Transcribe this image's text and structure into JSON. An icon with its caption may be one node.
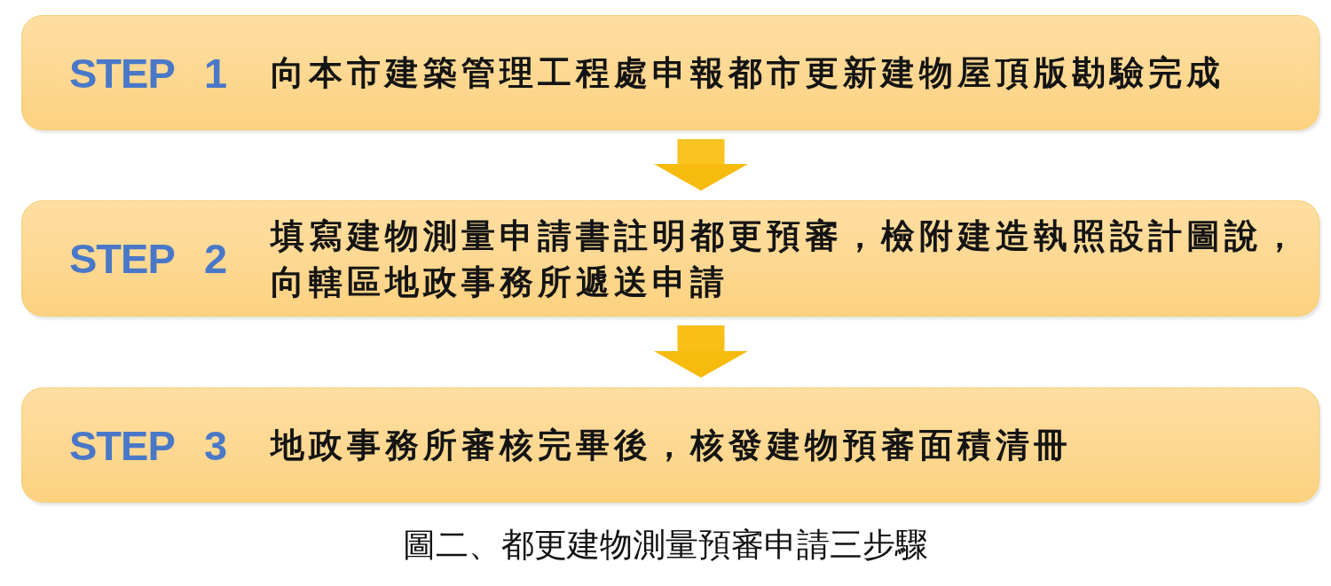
{
  "diagram": {
    "caption": "圖二、都更建物測量預審申請三步驟",
    "nodes": [
      {
        "text": [
          "STEP 1",
          "向本市建築管理工程處申報都市更新建物屋頂版勘驗完成"
        ]
      },
      {
        "text": [
          "STEP 2",
          "填寫建物測量申請書註明都更預審，檢附建造執照設計圖說，向轄區地政事務所遞送申請"
        ]
      },
      {
        "text": [
          "STEP 3",
          "地政事務所審核完畢後，核發建物預審面積清冊"
        ]
      }
    ],
    "edges": [
      {
        "from": 0,
        "to": 1,
        "arrow": "to"
      },
      {
        "from": 1,
        "to": 2,
        "arrow": "to"
      }
    ]
  }
}
